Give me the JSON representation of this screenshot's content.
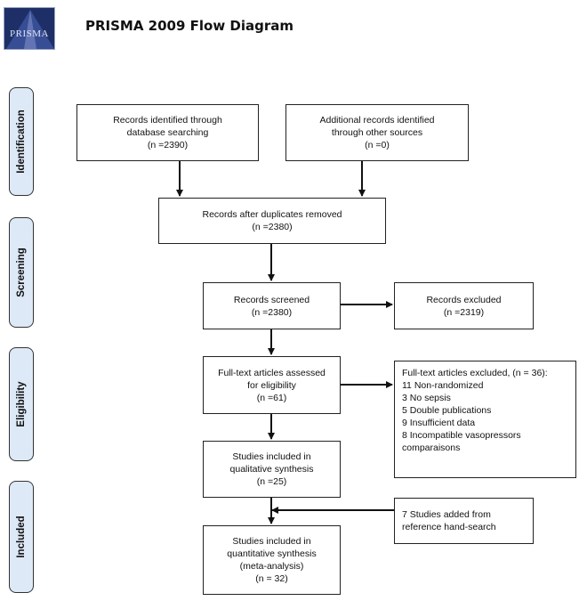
{
  "header": {
    "logo_text": "PRISMA",
    "title": "PRISMA 2009 Flow Diagram"
  },
  "stages": [
    "Identification",
    "Screening",
    "Eligibility",
    "Included"
  ],
  "boxes": {
    "db_search": [
      "Records identified through",
      "database searching",
      "(n =2390)"
    ],
    "other_sources": [
      "Additional records identified",
      "through other sources",
      "(n =0)"
    ],
    "after_duplicates": [
      "Records after duplicates removed",
      "(n =2380)"
    ],
    "screened": [
      "Records screened",
      "(n =2380)"
    ],
    "excluded": [
      "Records excluded",
      "(n =2319)"
    ],
    "full_text": [
      "Full-text articles assessed",
      "for eligibility",
      "(n =61)"
    ],
    "full_text_excluded": [
      "Full-text articles excluded, (n = 36):",
      "11 Non-randomized",
      "3 No sepsis",
      "5 Double publications",
      "9 Insufficient data",
      "8 Incompatible vasopressors",
      "comparaisons"
    ],
    "qualitative": [
      "Studies included in",
      "qualitative synthesis",
      "(n =25)"
    ],
    "hand_search": [
      "7 Studies added from",
      "reference hand-search"
    ],
    "quantitative": [
      "Studies included in",
      "quantitative synthesis",
      "(meta-analysis)",
      "(n = 32)"
    ]
  }
}
